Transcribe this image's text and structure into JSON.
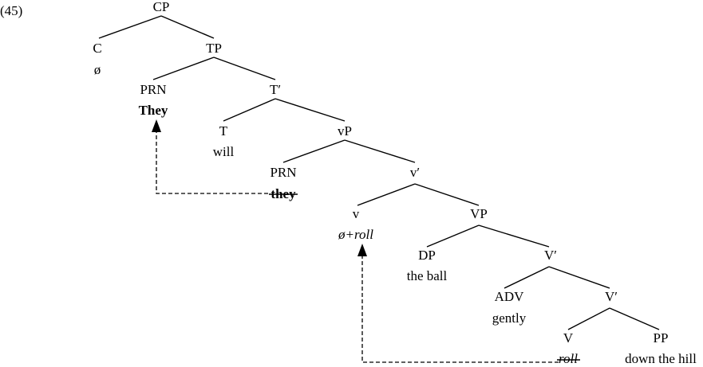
{
  "example_number": "(45)",
  "tree": {
    "cp": {
      "label": "CP"
    },
    "c": {
      "label": "C",
      "word": "ø"
    },
    "tp": {
      "label": "TP"
    },
    "prn_subject": {
      "label": "PRN",
      "word": "They"
    },
    "t_bar": {
      "label": "T′"
    },
    "t": {
      "label": "T",
      "word": "will"
    },
    "vp_small": {
      "label": "vP"
    },
    "prn_trace": {
      "label": "PRN",
      "word": "they"
    },
    "v_bar_small": {
      "label": "v′"
    },
    "v_small": {
      "label": "v",
      "word": "ø+roll"
    },
    "vp_big": {
      "label": "VP"
    },
    "dp": {
      "label": "DP",
      "word": "the ball"
    },
    "v_bar_1": {
      "label": "V′"
    },
    "adv": {
      "label": "ADV",
      "word": "gently"
    },
    "v_bar_2": {
      "label": "V′"
    },
    "v_big": {
      "label": "V",
      "word": "roll"
    },
    "pp": {
      "label": "PP",
      "word": "down the hill"
    }
  }
}
